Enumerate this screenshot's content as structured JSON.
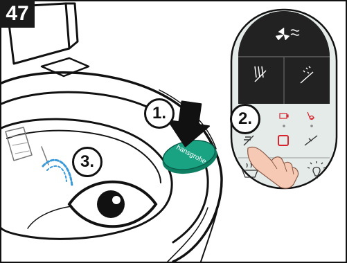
{
  "page_number": "47",
  "steps": [
    {
      "label": "1."
    },
    {
      "label": "2."
    },
    {
      "label": "3."
    }
  ],
  "brand": "hansgrohe",
  "colors": {
    "accent_green": "#1aa383",
    "stop_red": "#d9232e",
    "panel_dark": "#222222",
    "panel_light": "#e4ebe8"
  },
  "icons": [
    "fan-dry-icon",
    "rear-wash-icon",
    "lady-wash-icon",
    "battery-icon",
    "service-icon",
    "stop-icon",
    "spray-adjust-icon",
    "seat-heat-icon",
    "light-icon",
    "down-arrow-icon",
    "eye-icon"
  ]
}
